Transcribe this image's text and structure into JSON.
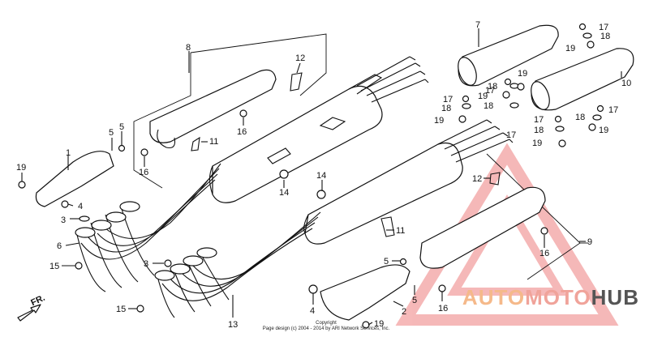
{
  "diagram": {
    "callouts": [
      {
        "id": "c1",
        "text": "1"
      },
      {
        "id": "c2",
        "text": "2"
      },
      {
        "id": "c3a",
        "text": "3"
      },
      {
        "id": "c3b",
        "text": "3"
      },
      {
        "id": "c4a",
        "text": "4"
      },
      {
        "id": "c4b",
        "text": "4"
      },
      {
        "id": "c5a",
        "text": "5"
      },
      {
        "id": "c5b",
        "text": "5"
      },
      {
        "id": "c5c",
        "text": "5"
      },
      {
        "id": "c5d",
        "text": "5"
      },
      {
        "id": "c6",
        "text": "6"
      },
      {
        "id": "c7",
        "text": "7"
      },
      {
        "id": "c8",
        "text": "8"
      },
      {
        "id": "c9",
        "text": "9"
      },
      {
        "id": "c10",
        "text": "10"
      },
      {
        "id": "c11a",
        "text": "11"
      },
      {
        "id": "c11b",
        "text": "11"
      },
      {
        "id": "c12a",
        "text": "12"
      },
      {
        "id": "c12b",
        "text": "12"
      },
      {
        "id": "c13",
        "text": "13"
      },
      {
        "id": "c14a",
        "text": "14"
      },
      {
        "id": "c14b",
        "text": "14"
      },
      {
        "id": "c15a",
        "text": "15"
      },
      {
        "id": "c15b",
        "text": "15"
      },
      {
        "id": "c16a",
        "text": "16"
      },
      {
        "id": "c16b",
        "text": "16"
      },
      {
        "id": "c16c",
        "text": "16"
      },
      {
        "id": "c17a",
        "text": "17"
      },
      {
        "id": "c17b",
        "text": "17"
      },
      {
        "id": "c17c",
        "text": "17"
      },
      {
        "id": "c17d",
        "text": "17"
      },
      {
        "id": "c17e",
        "text": "17"
      },
      {
        "id": "c17f",
        "text": "17"
      },
      {
        "id": "c18a",
        "text": "18"
      },
      {
        "id": "c18b",
        "text": "18"
      },
      {
        "id": "c18c",
        "text": "18"
      },
      {
        "id": "c18d",
        "text": "18"
      },
      {
        "id": "c18e",
        "text": "18"
      },
      {
        "id": "c18f",
        "text": "18"
      },
      {
        "id": "c19a",
        "text": "19"
      },
      {
        "id": "c19b",
        "text": "19"
      },
      {
        "id": "c19c",
        "text": "19"
      },
      {
        "id": "c19d",
        "text": "19"
      },
      {
        "id": "c19e",
        "text": "19"
      },
      {
        "id": "c19f",
        "text": "19"
      },
      {
        "id": "c19g",
        "text": "19"
      },
      {
        "id": "c19h",
        "text": "19"
      }
    ],
    "direction_label": "FR.",
    "copyright_line1": "Copyright",
    "copyright_line2": "Page design (c) 2004 - 2014 by ARI Network Services, Inc."
  },
  "watermark": {
    "part1": "AUTO",
    "part2": "MOTO",
    "part3": "HUB",
    "triangle_color": "#f08a8a"
  }
}
